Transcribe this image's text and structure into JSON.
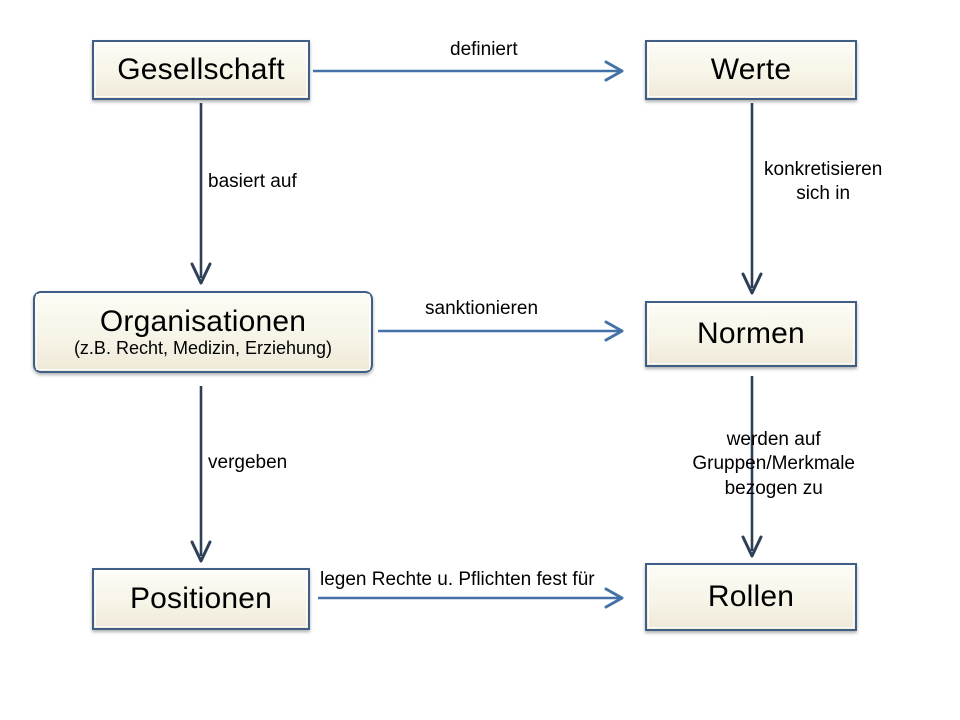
{
  "diagram": {
    "background_color": "#ffffff",
    "node_fill_color": "#f7f4e8",
    "node_border_color": "#3f5f87",
    "horizontal_arrow_color": "#4472a8",
    "vertical_arrow_color": "#2e4057",
    "text_color": "#000000",
    "nodes": [
      {
        "id": "gesellschaft",
        "title": "Gesellschaft",
        "subtitle": ""
      },
      {
        "id": "werte",
        "title": "Werte",
        "subtitle": ""
      },
      {
        "id": "organisationen",
        "title": "Organisationen",
        "subtitle": "(z.B. Recht, Medizin, Erziehung)"
      },
      {
        "id": "normen",
        "title": "Normen",
        "subtitle": ""
      },
      {
        "id": "positionen",
        "title": "Positionen",
        "subtitle": ""
      },
      {
        "id": "rollen",
        "title": "Rollen",
        "subtitle": ""
      }
    ],
    "edges": [
      {
        "id": "definiert",
        "from": "gesellschaft",
        "to": "werte",
        "label": "definiert",
        "direction": "right"
      },
      {
        "id": "basiert-auf",
        "from": "gesellschaft",
        "to": "organisationen",
        "label": "basiert auf",
        "direction": "down"
      },
      {
        "id": "konkretisieren",
        "from": "werte",
        "to": "normen",
        "label_line1": "konkretisieren",
        "label_line2": "sich in",
        "direction": "down"
      },
      {
        "id": "sanktionieren",
        "from": "organisationen",
        "to": "normen",
        "label": "sanktionieren",
        "direction": "right"
      },
      {
        "id": "vergeben",
        "from": "organisationen",
        "to": "positionen",
        "label": "vergeben",
        "direction": "down"
      },
      {
        "id": "werden-auf",
        "from": "normen",
        "to": "rollen",
        "label_line1": "werden auf",
        "label_line2": "Gruppen/Merkmale",
        "label_line3": "bezogen zu",
        "direction": "down"
      },
      {
        "id": "legen-rechte",
        "from": "positionen",
        "to": "rollen",
        "label": "legen Rechte u. Pflichten fest für",
        "direction": "right"
      }
    ]
  }
}
